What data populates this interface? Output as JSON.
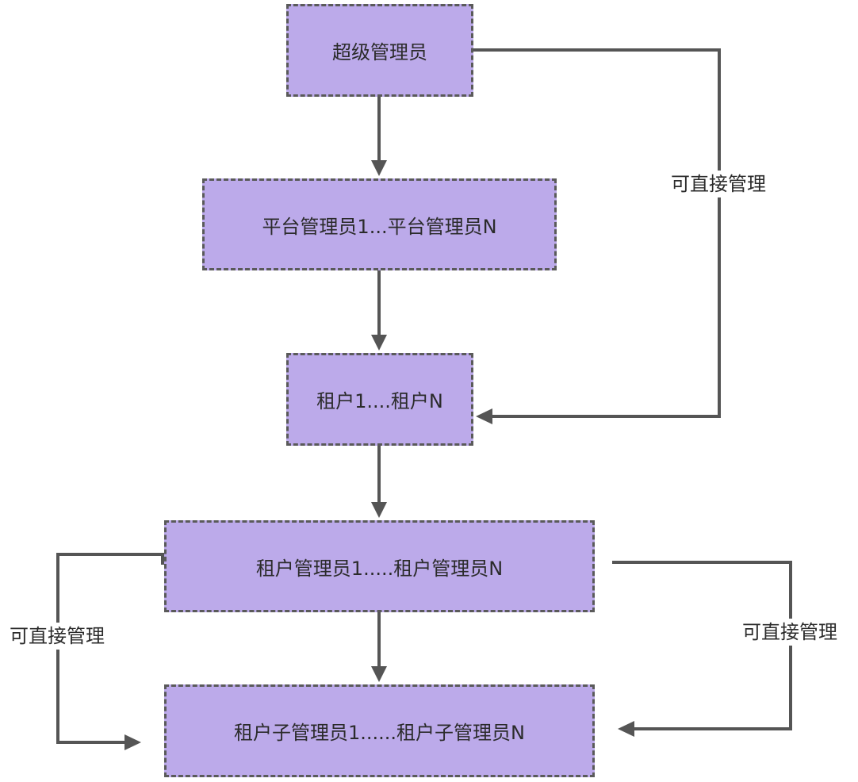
{
  "nodes": {
    "super_admin": "超级管理员",
    "platform_admins": "平台管理员1...平台管理员N",
    "tenants": "租户1....租户N",
    "tenant_admins": "租户管理员1.....租户管理员N",
    "tenant_sub_admins": "租户子管理员1......租户子管理员N"
  },
  "edge_labels": {
    "super_to_tenants": "可直接管理",
    "left_loop": "可直接管理",
    "right_loop": "可直接管理"
  },
  "colors": {
    "node_fill": "#bcaaea",
    "node_border": "#5a5a5a",
    "edge": "#555555",
    "text": "#2b2b2b"
  }
}
